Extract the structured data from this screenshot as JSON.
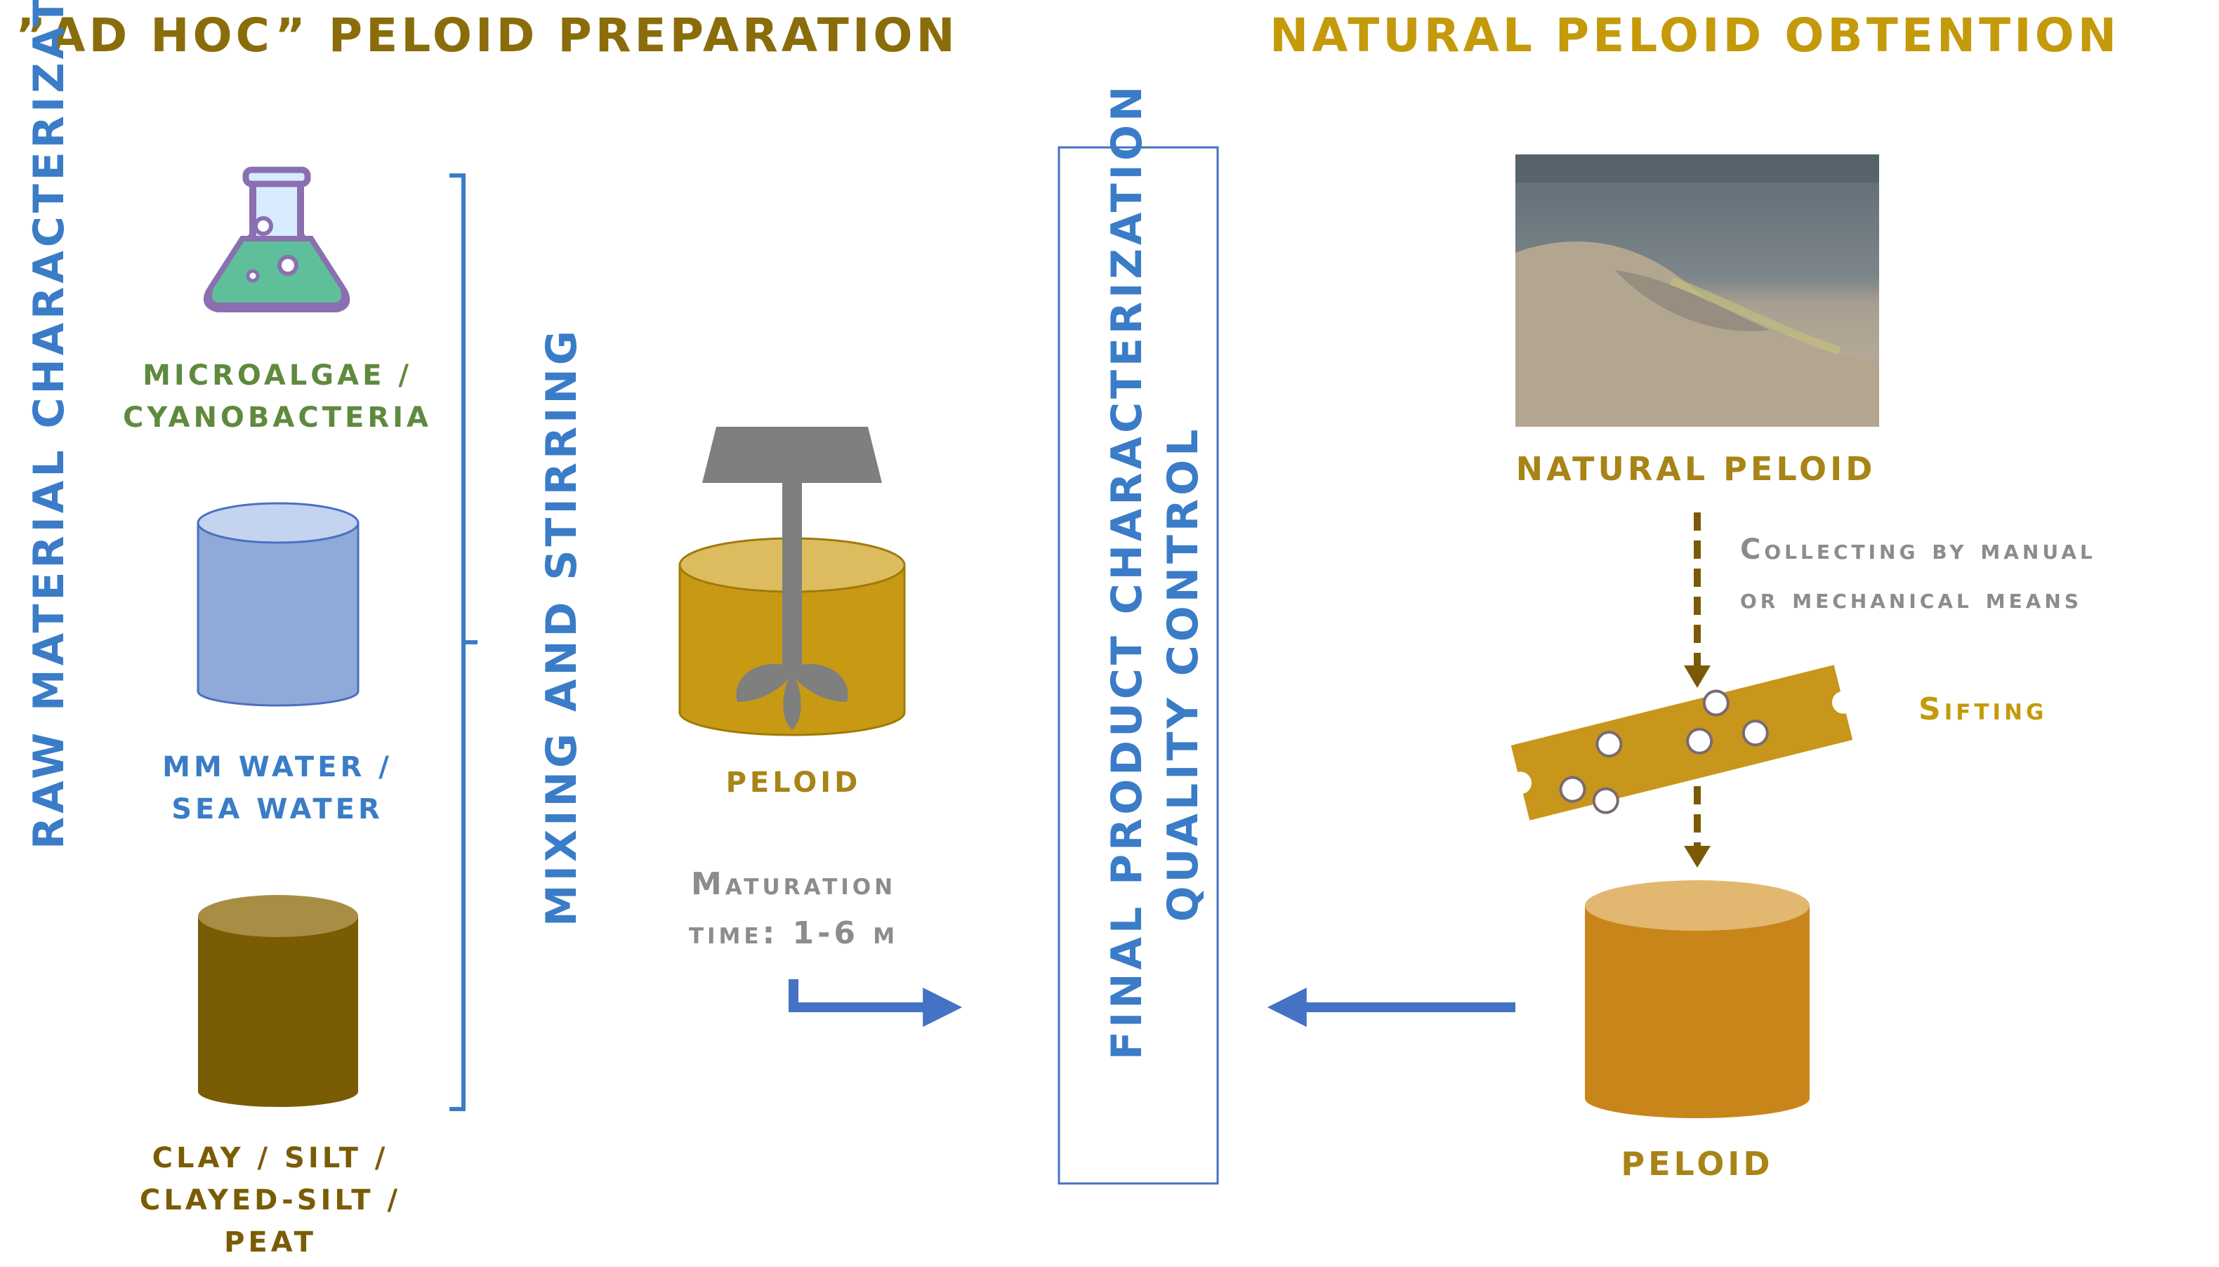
{
  "titles": {
    "left": "”AD HOC” PELOID PREPARATION",
    "right": "NATURAL PELOID OBTENTION"
  },
  "labels": {
    "raw_material": "RAW MATERIAL CHARACTERIZATION",
    "mixing": "MIXING AND STIRRING",
    "microalgae": [
      "MICROALGAE /",
      "CYANOBACTERIA"
    ],
    "water": [
      "MM WATER /",
      "SEA WATER"
    ],
    "clay": [
      "CLAY / SILT /",
      "CLAYED-SILT /",
      "PEAT"
    ],
    "peloid_left": "PELOID",
    "maturation": [
      "Maturation",
      "time: 1-6 m"
    ],
    "final_product": [
      "FINAL PRODUCT CHARACTERIZATION",
      "QUALITY CONTROL"
    ],
    "natural_peloid": "NATURAL PELOID",
    "collecting": [
      "Collecting by manual",
      "or mechanical means"
    ],
    "sifting": "Sifting",
    "peloid_right": "PELOID"
  },
  "colors": {
    "title": "#8a6d0a",
    "title_right": "#c49a0a",
    "blue": "#3a7cc7",
    "green": "#5f8a3e",
    "gold": "#a88417",
    "gray": "#8c8c8c",
    "brown": "#6e5504",
    "flask_fill": "#5fbf9a",
    "flask_outline": "#8a70b0",
    "water_fill": "#8fa9d8",
    "peloid_fill": "#c89a14",
    "peloid_top": "#dcbc5e",
    "orange_fill": "#c8861a",
    "orange_top": "#e2b870",
    "clay_fill": "#7a5c05",
    "clay_top": "#a88e44",
    "arrow_blue": "#4472c4",
    "dash_brown": "#7a5a06"
  },
  "icons": [
    "flask-icon",
    "water-cylinder-icon",
    "clay-cylinder-icon",
    "mixer-icon",
    "shore-photo",
    "sieve-icon",
    "peloid-cylinder-icon"
  ]
}
